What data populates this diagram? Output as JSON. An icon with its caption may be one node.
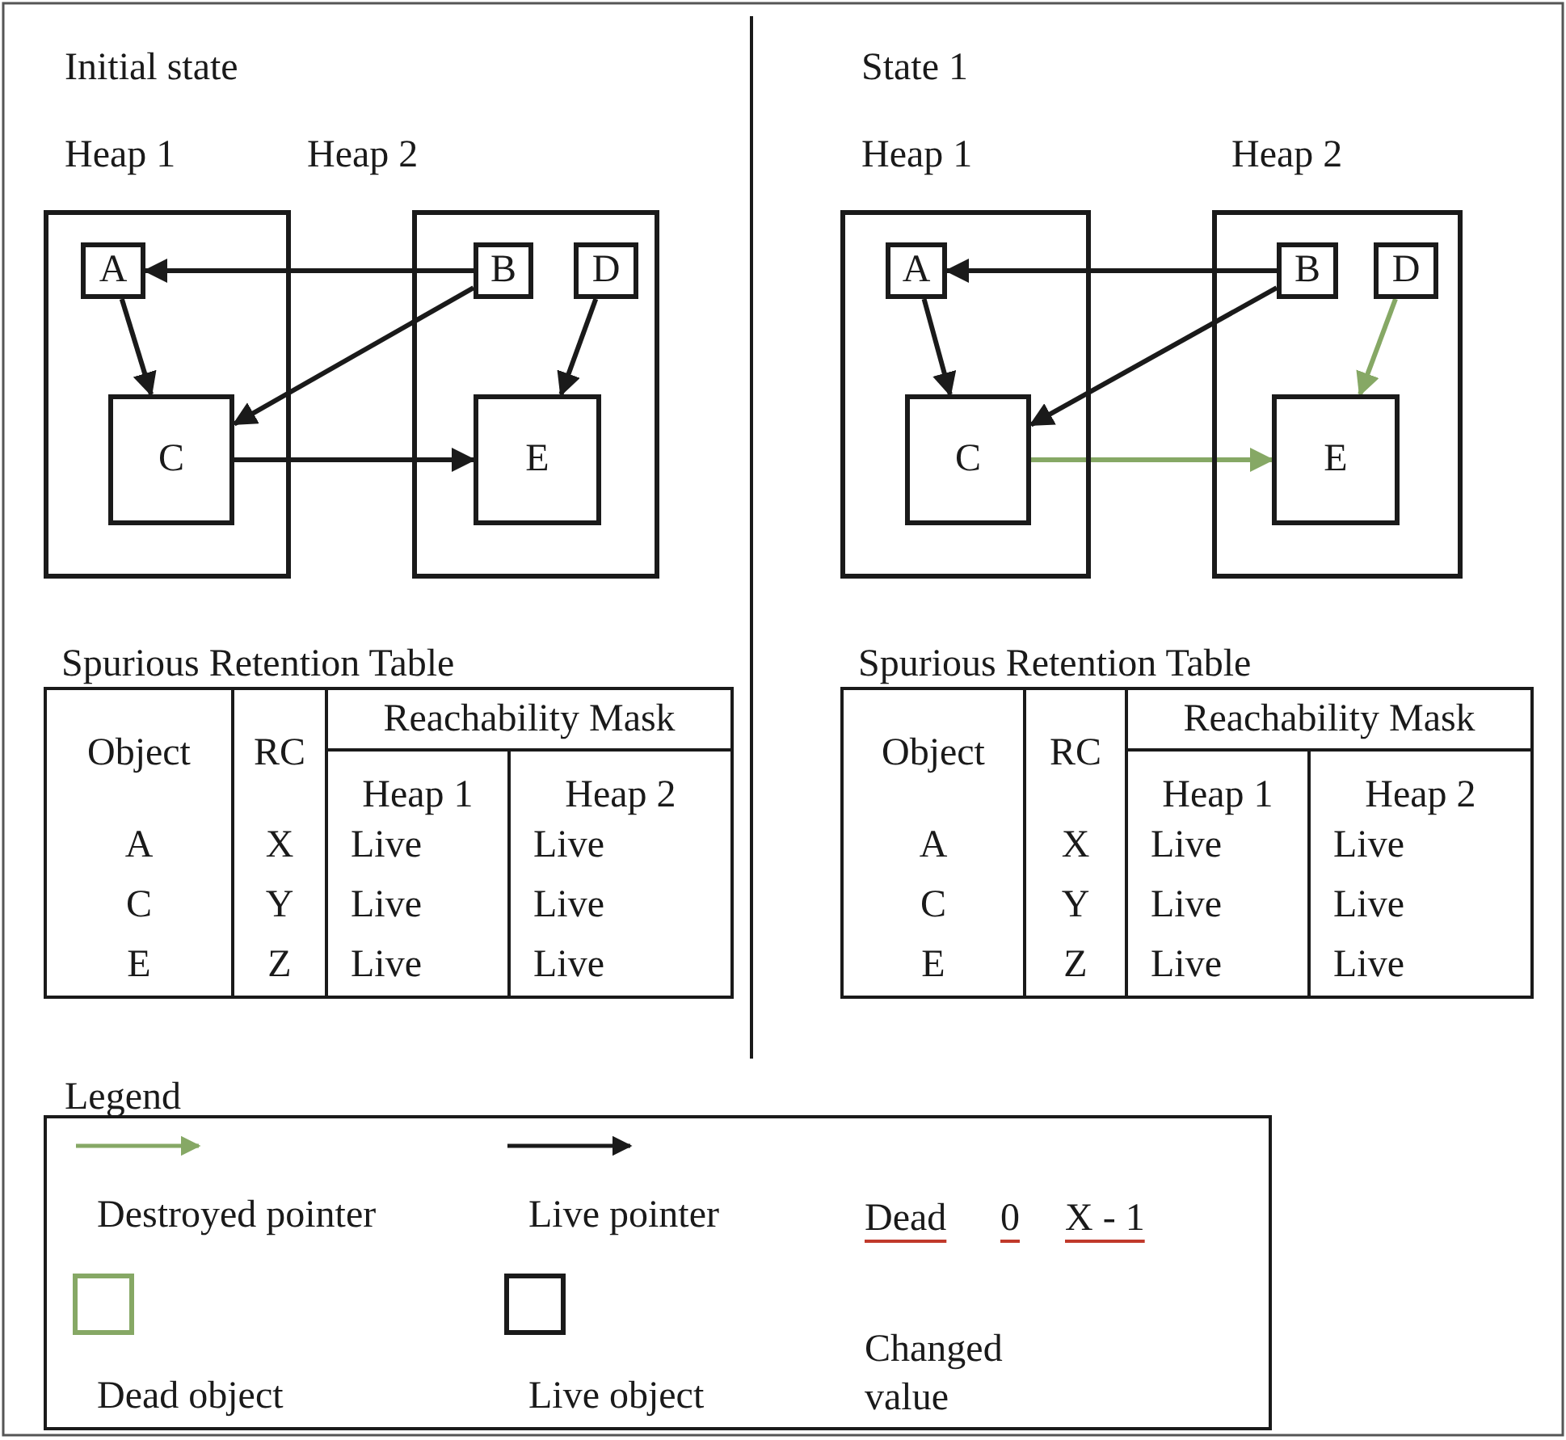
{
  "diagram": {
    "nodes": [
      {
        "text": [
          "Heap 1"
        ]
      },
      {
        "text": [
          "A"
        ],
        "in": 0
      },
      {
        "text": [
          "C"
        ],
        "in": 0
      },
      {
        "text": [
          "Heap 2"
        ]
      },
      {
        "text": [
          "B"
        ],
        "in": 3
      },
      {
        "text": [
          "D"
        ],
        "in": 3
      },
      {
        "text": [
          "E"
        ],
        "in": 3
      },
      {
        "text": [
          "Heap 1"
        ]
      },
      {
        "text": [
          "A"
        ],
        "in": 7
      },
      {
        "text": [
          "C"
        ],
        "in": 7
      },
      {
        "text": [
          "Heap 2"
        ]
      },
      {
        "text": [
          "B"
        ],
        "in": 10
      },
      {
        "text": [
          "D"
        ],
        "in": 10
      },
      {
        "text": [
          "E"
        ],
        "in": 10
      }
    ],
    "edges": [
      {
        "from": 4,
        "to": 1,
        "arrow": "to"
      },
      {
        "from": 1,
        "to": 2,
        "arrow": "to"
      },
      {
        "from": 4,
        "to": 2,
        "arrow": "to"
      },
      {
        "from": 5,
        "to": 6,
        "arrow": "to"
      },
      {
        "from": 2,
        "to": 6,
        "arrow": "to"
      },
      {
        "from": 11,
        "to": 8,
        "arrow": "to"
      },
      {
        "from": 8,
        "to": 9,
        "arrow": "to"
      },
      {
        "from": 11,
        "to": 9,
        "arrow": "to"
      },
      {
        "from": 12,
        "to": 13,
        "arrow": "to",
        "color": "#86a865"
      },
      {
        "from": 9,
        "to": 13,
        "arrow": "to",
        "color": "#86a865"
      }
    ],
    "labels": [
      "Initial state",
      "State 1",
      "Spurious Retention Table",
      "Object",
      "RC",
      "Reachability Mask",
      "Heap 1",
      "Heap 2",
      "A",
      "X",
      "Live",
      "Live",
      "C",
      "Y",
      "Live",
      "Live",
      "E",
      "Z",
      "Live",
      "Live",
      "Spurious Retention Table",
      "Object",
      "RC",
      "Reachability Mask",
      "Heap 1",
      "Heap 2",
      "A",
      "X",
      "Live",
      "Live",
      "C",
      "Y",
      "Live",
      "Live",
      "E",
      "Z",
      "Live",
      "Live",
      "Legend",
      "Dead",
      "0",
      "X - 1"
    ],
    "legend": [
      {
        "text": "Destroyed pointer"
      },
      {
        "text": "Live pointer"
      },
      {
        "text": "Dead object"
      },
      {
        "text": "Live object"
      },
      {
        "text": "Changed value"
      }
    ]
  }
}
